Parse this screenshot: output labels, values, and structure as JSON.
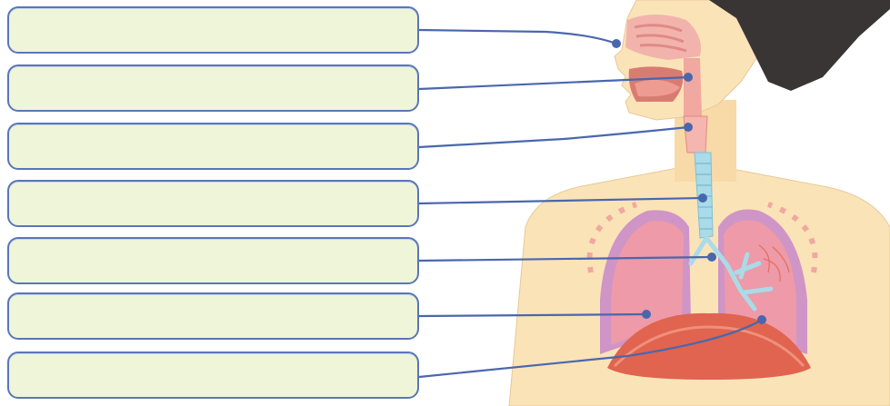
{
  "diagram": {
    "labels": [
      {
        "id": "nose",
        "text": ""
      },
      {
        "id": "pharynx",
        "text": ""
      },
      {
        "id": "larynx",
        "text": ""
      },
      {
        "id": "trachea",
        "text": ""
      },
      {
        "id": "bronchi",
        "text": ""
      },
      {
        "id": "lung",
        "text": ""
      },
      {
        "id": "diaphragm",
        "text": ""
      }
    ],
    "colors": {
      "box_border": "#5a76b8",
      "box_fill": "#eef5d9",
      "leader_line": "#4a67ad",
      "skin": "#fbe3b8",
      "hair": "#3a3535",
      "lung": "#ee9aa8",
      "pleura": "#cf95c6",
      "diaphragm": "#e0644f",
      "airway": "#a9dbe8"
    }
  }
}
